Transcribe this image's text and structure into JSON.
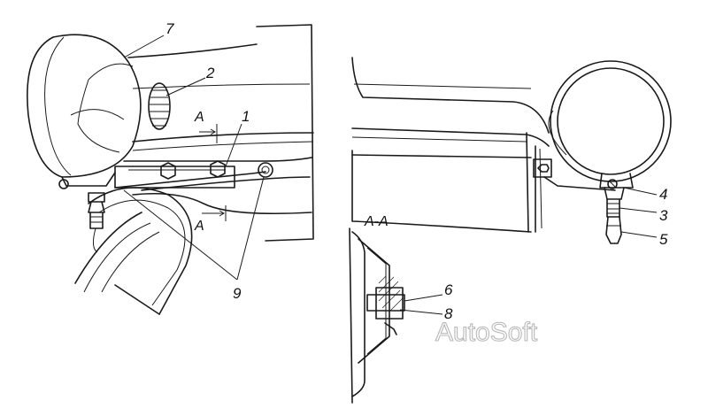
{
  "callouts": {
    "n1": "1",
    "n2": "2",
    "n3": "3",
    "n4": "4",
    "n5": "5",
    "n6": "6",
    "n7": "7",
    "n8": "8",
    "n9": "9"
  },
  "section": {
    "mark_top": "A",
    "mark_bottom": "A",
    "view_title": "A-A"
  },
  "watermark": "AutoSoft"
}
